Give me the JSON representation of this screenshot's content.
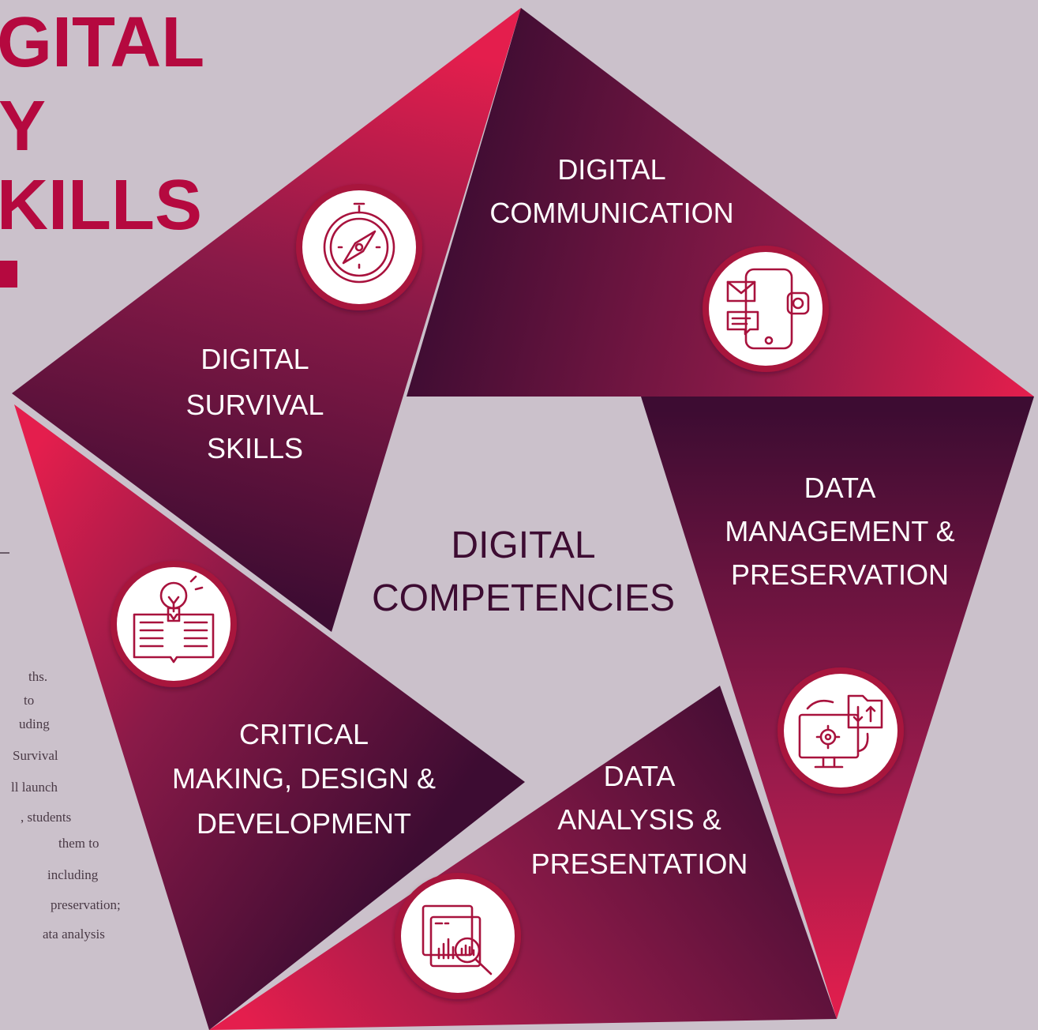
{
  "title_lines": [
    "GITAL",
    "Y",
    "KILLS"
  ],
  "body_lines": [
    "ths.",
    "to",
    "uding",
    "Survival",
    "ll launch",
    ", students",
    "them to",
    "including",
    "preservation;",
    "ata analysis"
  ],
  "center": [
    "DIGITAL",
    "COMPETENCIES"
  ],
  "sections": {
    "communication": {
      "lines": [
        "DIGITAL",
        "COMMUNICATION"
      ],
      "icon": "smartphone-messaging-icon"
    },
    "data_management": {
      "lines": [
        "DATA",
        "MANAGEMENT &",
        "PRESERVATION"
      ],
      "icon": "computer-data-transfer-icon"
    },
    "data_analysis": {
      "lines": [
        "DATA",
        "ANALYSIS &",
        "PRESENTATION"
      ],
      "icon": "analytics-magnifier-icon"
    },
    "critical_making": {
      "lines": [
        "CRITICAL",
        "MAKING, DESIGN &",
        "DEVELOPMENT"
      ],
      "icon": "lightbulb-book-icon"
    },
    "survival_skills": {
      "lines": [
        "DIGITAL",
        "SURVIVAL",
        "SKILLS"
      ],
      "icon": "compass-icon"
    }
  },
  "colors": {
    "background": "#cbc1cb",
    "dark_plum": "#3d0c32",
    "crimson": "#e41e4d",
    "title_red": "#b5093f",
    "icon_red": "#a8123d"
  }
}
